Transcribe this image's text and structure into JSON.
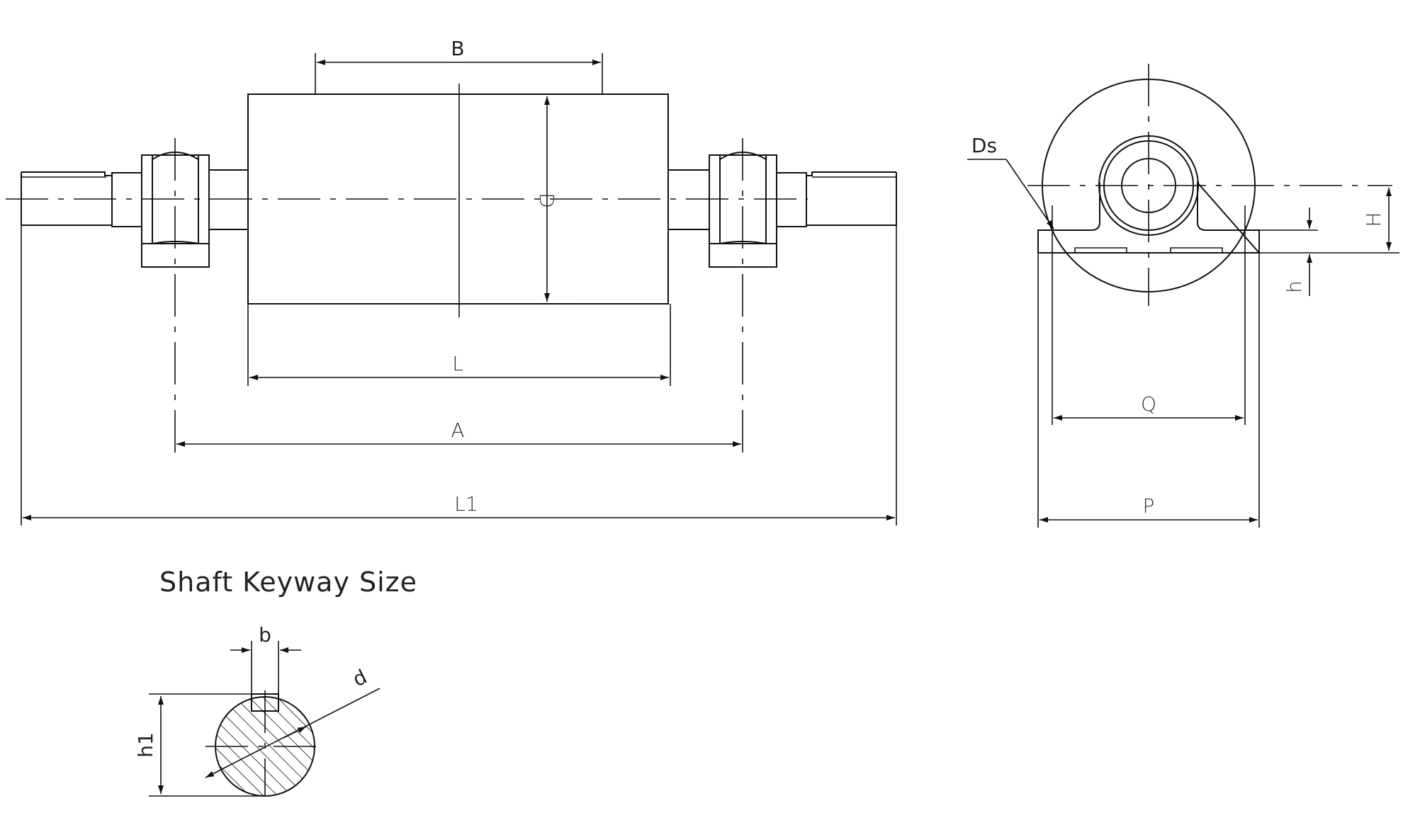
{
  "labels": {
    "B": "B",
    "D": "D",
    "L": "L",
    "A": "A",
    "L1": "L1",
    "Ds": "Ds",
    "H": "H",
    "h": "h",
    "Q": "Q",
    "P": "P",
    "b": "b",
    "d": "d",
    "h1": "h1"
  },
  "keyway_title": "Shaft Keyway Size"
}
